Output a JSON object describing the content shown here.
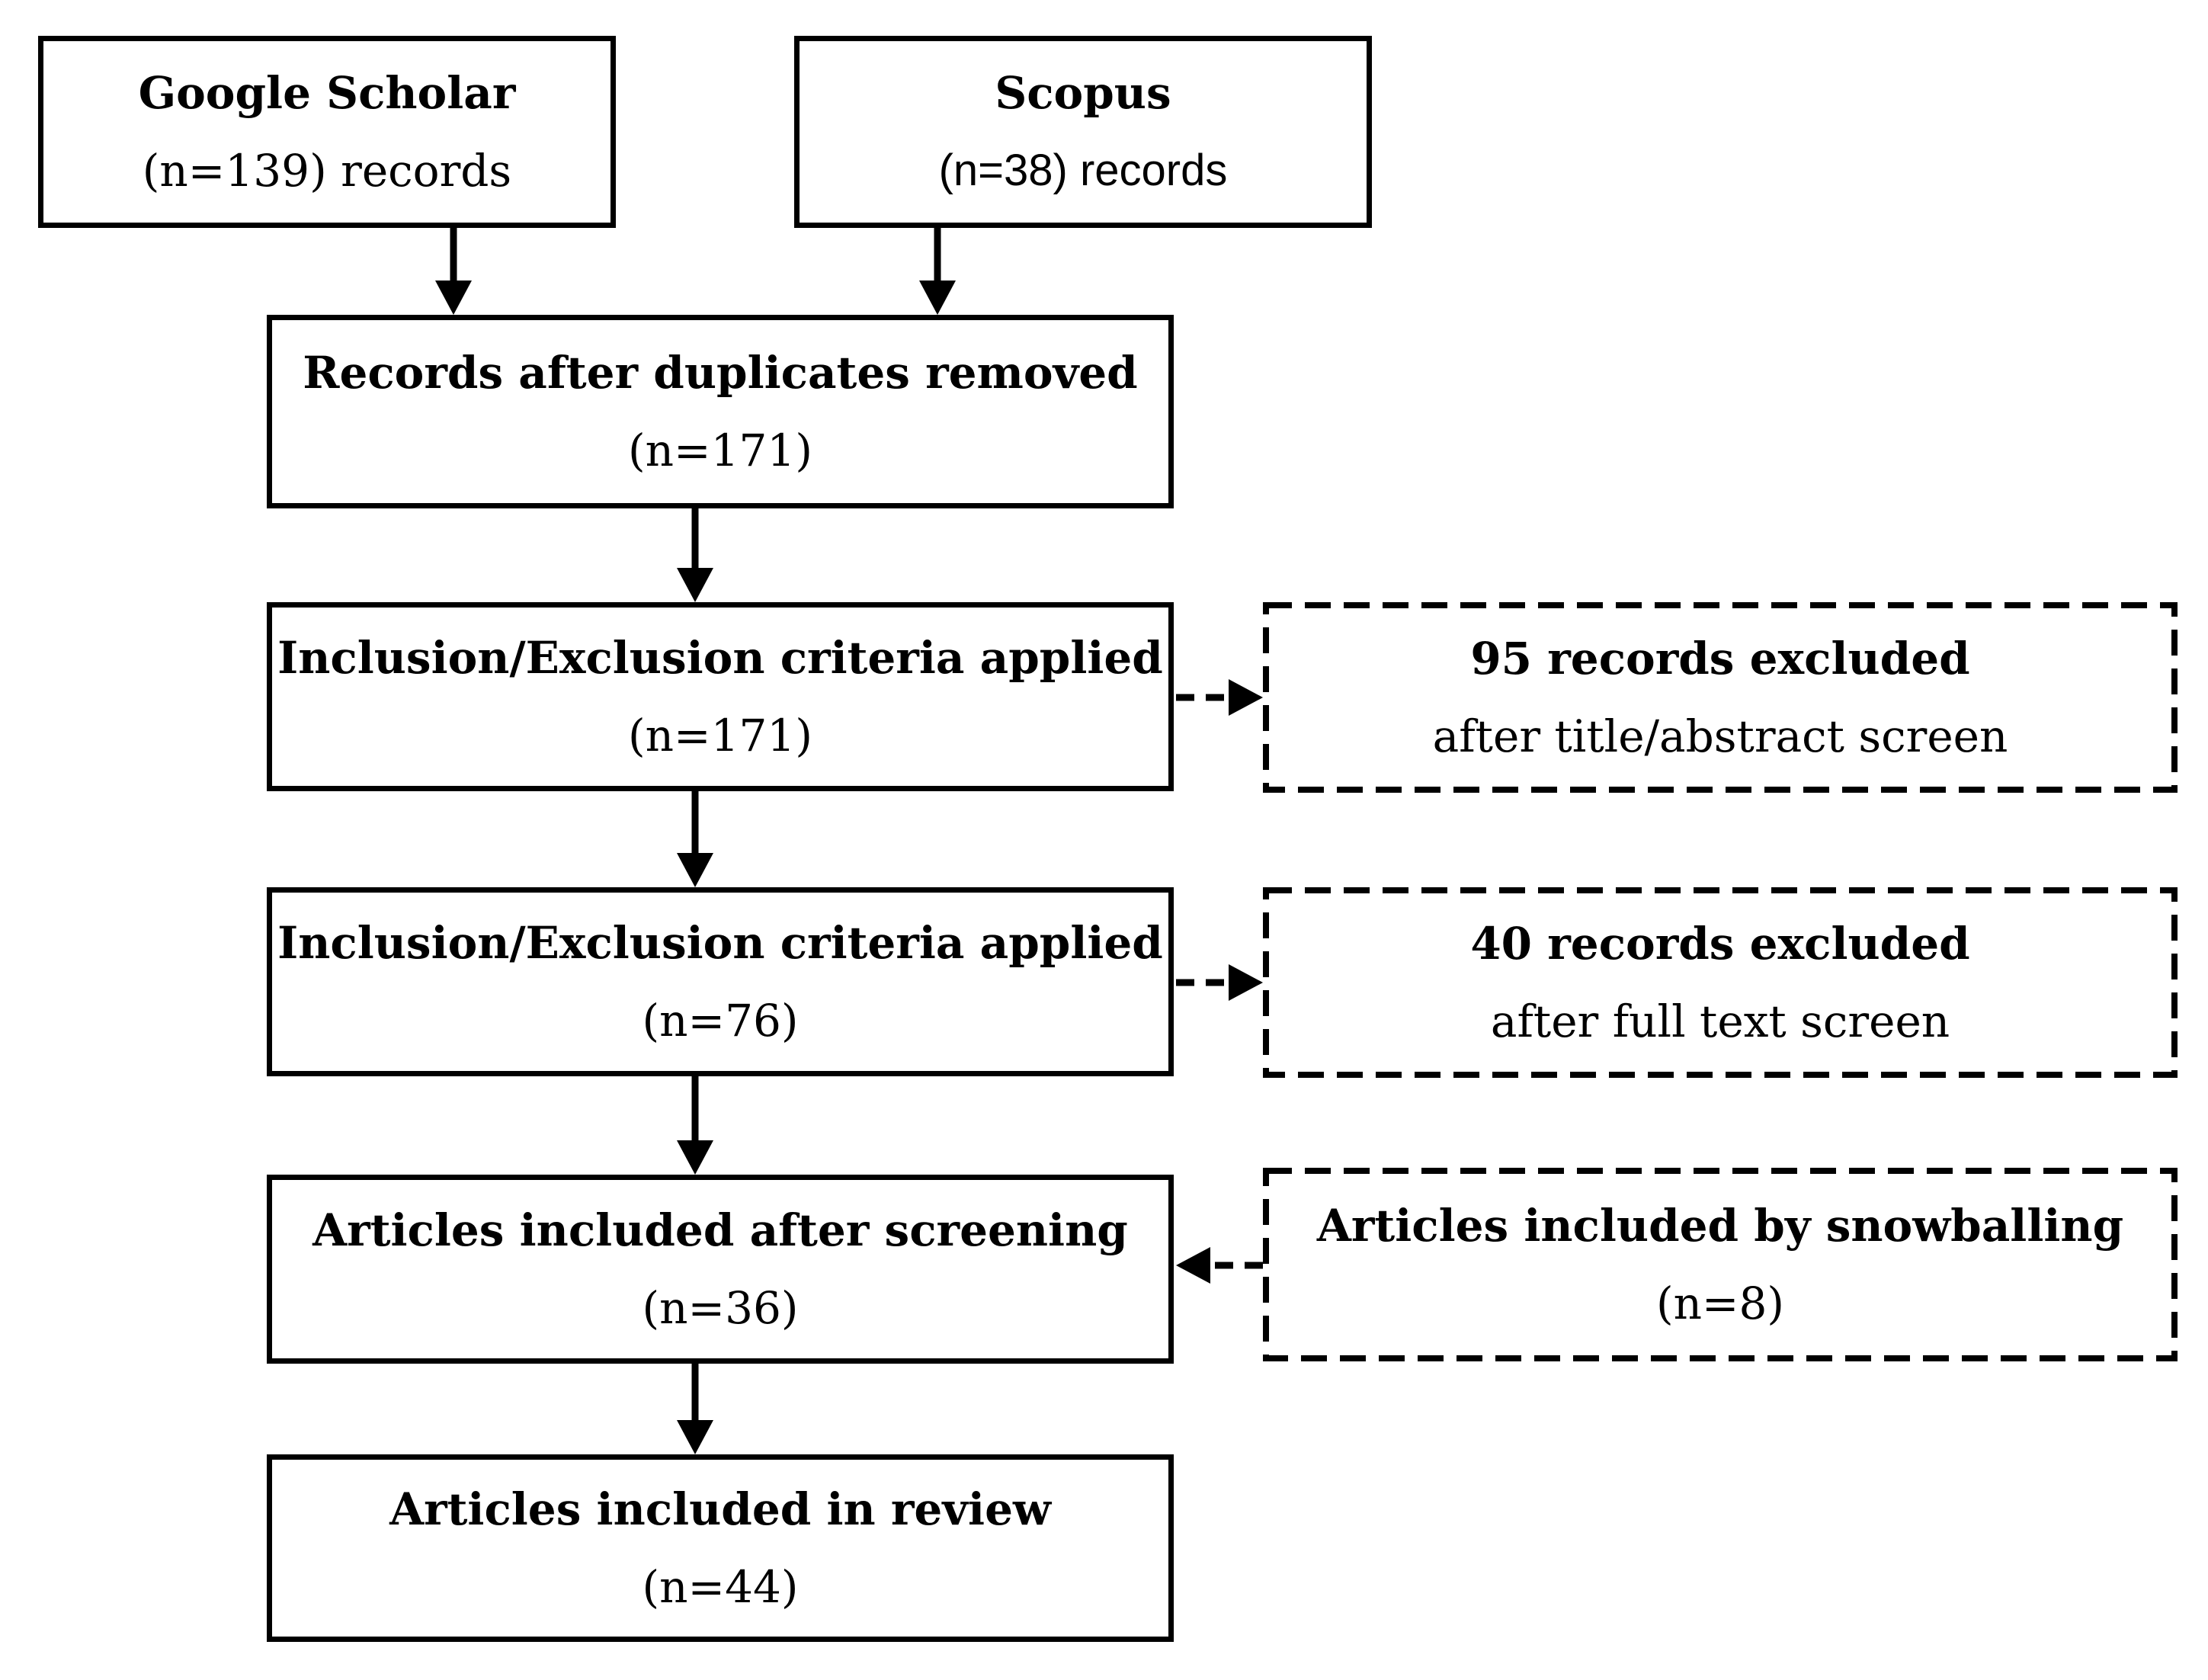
{
  "diagram": {
    "type": "flowchart",
    "colors": {
      "line": "#000000",
      "text": "#000000",
      "box_fill": "#ffffff",
      "background": "#ffffff"
    },
    "sources": [
      {
        "title": "Google Scholar",
        "subtitle": "(n=139) records"
      },
      {
        "title": "Scopus",
        "subtitle": "(n=38) records"
      }
    ],
    "main_flow": [
      {
        "title": "Records after duplicates removed",
        "subtitle": "(n=171)"
      },
      {
        "title": "Inclusion/Exclusion criteria applied",
        "subtitle": "(n=171)"
      },
      {
        "title": "Inclusion/Exclusion criteria applied",
        "subtitle": "(n=76)"
      },
      {
        "title": "Articles included after screening",
        "subtitle": "(n=36)"
      },
      {
        "title": "Articles included in review",
        "subtitle": "(n=44)"
      }
    ],
    "side_boxes": [
      {
        "title": "95 records excluded",
        "subtitle": "after title/abstract screen"
      },
      {
        "title": "40 records excluded",
        "subtitle": "after full text screen"
      },
      {
        "title": "Articles included by snowballing",
        "subtitle": "(n=8)"
      }
    ],
    "connectors": [
      {
        "from": "google-scholar",
        "to": "records-after-duplicates-removed",
        "style": "solid-arrow"
      },
      {
        "from": "scopus",
        "to": "records-after-duplicates-removed",
        "style": "solid-arrow"
      },
      {
        "from": "records-after-duplicates-removed",
        "to": "inclusion-exclusion-n171",
        "style": "solid-arrow"
      },
      {
        "from": "inclusion-exclusion-n171",
        "to": "95-records-excluded",
        "style": "dashed-arrow"
      },
      {
        "from": "inclusion-exclusion-n171",
        "to": "inclusion-exclusion-n76",
        "style": "solid-arrow"
      },
      {
        "from": "inclusion-exclusion-n76",
        "to": "40-records-excluded",
        "style": "dashed-arrow"
      },
      {
        "from": "inclusion-exclusion-n76",
        "to": "articles-included-after-screening",
        "style": "solid-arrow"
      },
      {
        "from": "articles-included-by-snowballing",
        "to": "articles-included-after-screening",
        "style": "dashed-arrow"
      },
      {
        "from": "articles-included-after-screening",
        "to": "articles-included-in-review",
        "style": "solid-arrow"
      }
    ]
  }
}
